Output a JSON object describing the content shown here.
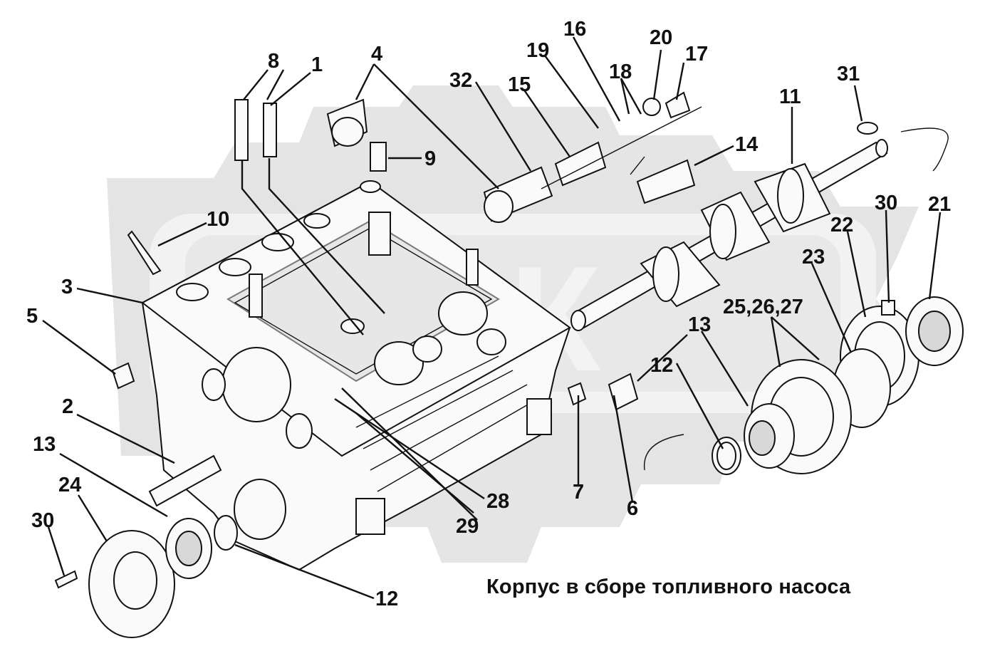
{
  "diagram": {
    "caption": "Корпус в сборе топливного насоса",
    "watermark_icon": "gear-watermark-icon",
    "callouts": {
      "c1": "1",
      "c2": "2",
      "c3": "3",
      "c4": "4",
      "c5": "5",
      "c6": "6",
      "c7": "7",
      "c8": "8",
      "c9": "9",
      "c10": "10",
      "c11": "11",
      "c12a": "12",
      "c12b": "12",
      "c13a": "13",
      "c13b": "13",
      "c14": "14",
      "c15": "15",
      "c16": "16",
      "c17": "17",
      "c18": "18",
      "c19": "19",
      "c20": "20",
      "c21": "21",
      "c22": "22",
      "c23": "23",
      "c24": "24",
      "c252627": "25,26,27",
      "c28": "28",
      "c29": "29",
      "c30a": "30",
      "c30b": "30",
      "c31": "31",
      "c32": "32"
    }
  }
}
